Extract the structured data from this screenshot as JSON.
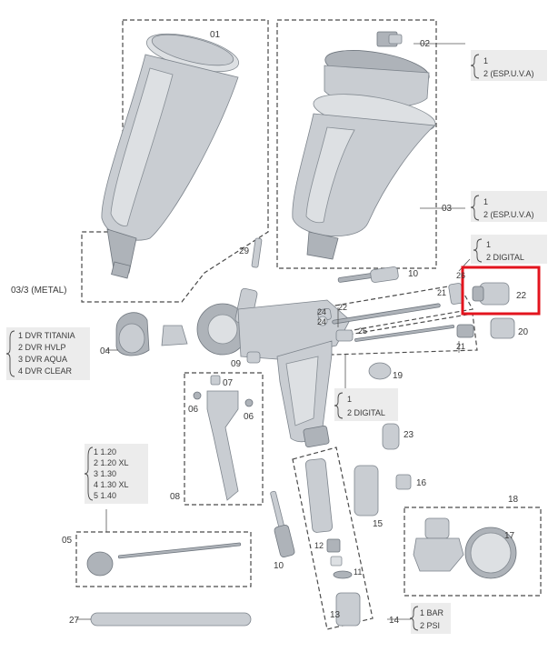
{
  "callouts": {
    "c01": "01",
    "c02": "02",
    "c03": "03",
    "c03metal": "03/3 (METAL)",
    "c04": "04",
    "c05": "05",
    "c06a": "06",
    "c06b": "06",
    "c07": "07",
    "c08": "08",
    "c09": "09",
    "c10a": "10",
    "c10b": "10",
    "c12": "12",
    "c13": "13",
    "c14": "14",
    "c15": "15",
    "c16": "16",
    "c17": "17",
    "c18": "18",
    "c19": "19",
    "c20": "20",
    "c21a": "21",
    "c21b": "21",
    "c22": "22",
    "c23": "23",
    "c24": "24",
    "c25": "25",
    "c26": "26",
    "c27": "27",
    "c29": "29",
    "c11": "11",
    "c22b": "22",
    "c24b": "24"
  },
  "options": {
    "o02": [
      "1",
      "2 (ESP.U.V.A)"
    ],
    "o03": [
      "1",
      "2 (ESP.U.V.A)"
    ],
    "o26": [
      "1",
      "2 DIGITAL"
    ],
    "oGauge": [
      "1",
      "2 DIGITAL"
    ],
    "o04": [
      "1  DVR TITANIA",
      "2  DVR HVLP",
      "3  DVR AQUA",
      "4  DVR CLEAR"
    ],
    "o05": [
      "1  1.20",
      "2  1.20 XL",
      "3  1.30",
      "4  1.30 XL",
      "5  1.40"
    ],
    "o14": [
      "1 BAR",
      "2 PSI"
    ]
  },
  "colors": {
    "highlight": "#e3141e",
    "part": "#c9cdd2",
    "optionBox": "#ececec"
  }
}
